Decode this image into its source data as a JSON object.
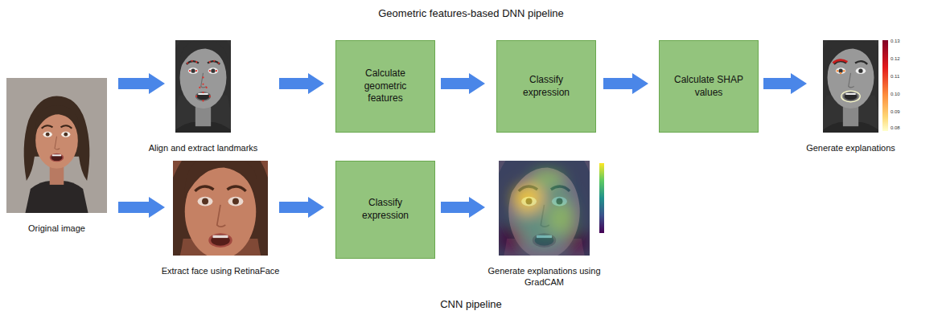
{
  "diagram": {
    "title": "Geometric features-based DNN pipeline",
    "caption": "CNN pipeline",
    "nodes": [
      {
        "text": [
          "Original image"
        ]
      },
      {
        "text": [
          "Align and extract landmarks"
        ]
      },
      {
        "text": [
          "Calculate geometric features"
        ]
      },
      {
        "text": [
          "Classify expression"
        ]
      },
      {
        "text": [
          "Calculate SHAP values"
        ]
      },
      {
        "text": [
          "Generate explanations"
        ]
      },
      {
        "text": [
          "Extract face using RetinaFace"
        ]
      },
      {
        "text": [
          "Classify expression"
        ]
      },
      {
        "text": [
          "Generate explanations using GradCAM"
        ]
      }
    ],
    "edges": [
      {
        "from": 0,
        "to": 1,
        "arrow": "to"
      },
      {
        "from": 1,
        "to": 2,
        "arrow": "to"
      },
      {
        "from": 2,
        "to": 3,
        "arrow": "to"
      },
      {
        "from": 3,
        "to": 4,
        "arrow": "to"
      },
      {
        "from": 4,
        "to": 5,
        "arrow": "to"
      },
      {
        "from": 0,
        "to": 6,
        "arrow": "to"
      },
      {
        "from": 6,
        "to": 7,
        "arrow": "to"
      },
      {
        "from": 7,
        "to": 8,
        "arrow": "to"
      }
    ],
    "labels": [
      "0.13",
      "0.12",
      "0.11",
      "0.10",
      "0.09",
      "0.08"
    ]
  }
}
